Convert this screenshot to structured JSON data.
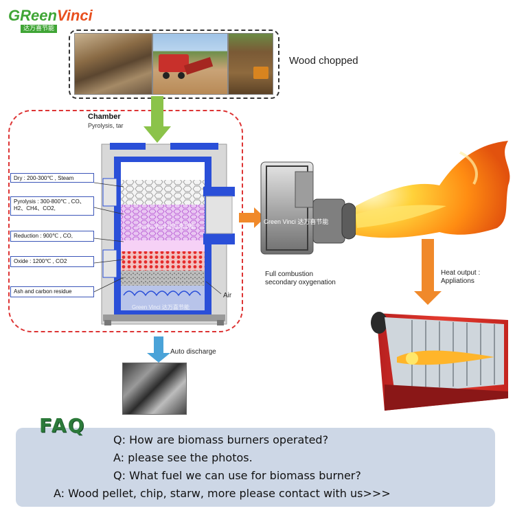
{
  "logo": {
    "brand_green": "GReen",
    "brand_orange": "Vinci",
    "brand_cn": "达万喜节能"
  },
  "process": {
    "wood_label": "Wood chopped",
    "chamber_title": "Chamber",
    "chamber_subtitle": "Pyrolysis, tar",
    "stages": [
      "Dry : 200-300℃ , Steam",
      "Pyrolysis : 300-800℃ , CO、H2、CH4、CO2,",
      "Reduction : 900℃ , CO,",
      "Oxide : 1200℃ , CO2",
      "Ash and carbon residue"
    ],
    "air_label": "Air",
    "chamber_watermark": "Green Vinci 达万喜节能",
    "burner_watermark": "Green Vinci 达万喜节能",
    "combustion_label_1": "Full combustion",
    "combustion_label_2": "secondary oxygenation",
    "heat_label_1": "Heat output :",
    "heat_label_2": "Appliations",
    "discharge_label": "Auto discharge"
  },
  "faq": {
    "title": "FAQ",
    "lines": [
      "Q: How are biomass burners operated?",
      "A: please see the photos.",
      "Q: What fuel we can use for biomass burner?",
      "A: Wood pellet, chip, starw, more please contact with us>>>"
    ]
  },
  "colors": {
    "green_arrow": "#8bc34a",
    "orange_arrow": "#f0892a",
    "blue_arrow": "#4aa3d8",
    "chamber_border": "#d33333",
    "faq_bg": "#cdd7e6",
    "brand_green": "#3fa535"
  }
}
